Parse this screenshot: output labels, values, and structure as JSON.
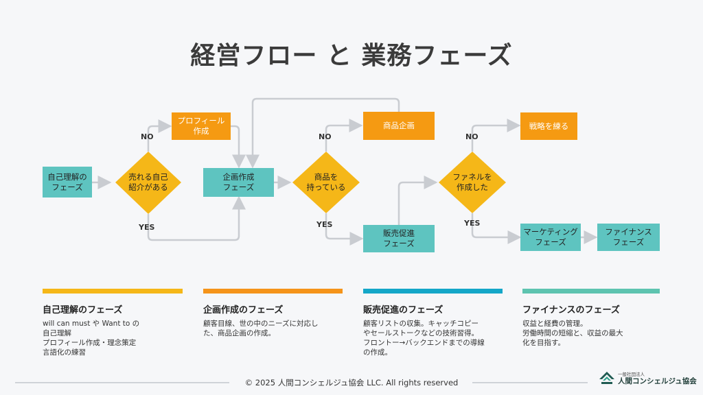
{
  "title": "経営フロー と 業務フェーズ",
  "flow": {
    "nodes": {
      "self_phase": "自己理解の\nフェーズ",
      "sellable": "売れる自己\n紹介がある",
      "profile": "プロフィール\n作成",
      "planning_phase": "企画作成\nフェーズ",
      "has_product": "商品を\n持っている",
      "product_plan": "商品企画",
      "sales_phase": "販売促進\nフェーズ",
      "funnel": "ファネルを\n作成した",
      "strategy": "戦略を練る",
      "marketing_phase": "マーケティング\nフェーズ",
      "finance_phase": "ファイナンス\nフェーズ"
    },
    "labels": {
      "no": "NO",
      "yes": "YES"
    }
  },
  "columns": [
    {
      "title": "自己理解のフェーズ",
      "text": "will can must や Want to の\n自己理解\nプロフィール作成・理念策定\n言語化の練習",
      "color": "#f5b718"
    },
    {
      "title": "企画作成のフェーズ",
      "text": "顧客目線、世の中のニーズに対応し\nた、商品企画の作成。",
      "color": "#f5941a"
    },
    {
      "title": "販売促進のフェーズ",
      "text": "顧客リストの収集。キャッチコピー\nやセールストークなどの技術習得。\nフロントー→バックエンドまでの導線\nの作成。",
      "color": "#14a7c8"
    },
    {
      "title": "ファイナンスのフェーズ",
      "text": "収益と経費の管理。\n労働時間の短縮と、収益の最大\n化を目指す。",
      "color": "#5ec4b0"
    }
  ],
  "footer": {
    "copyright": "© 2025 人間コンシェルジュ協会 LLC. All rights reserved",
    "logo_sub": "一般社団法人",
    "logo_main": "人間コンシェルジュ協会"
  },
  "colors": {
    "teal": "#5ec4c0",
    "orange": "#f59a12",
    "diamond": "#f5b718",
    "connector": "#c9ccd1"
  }
}
